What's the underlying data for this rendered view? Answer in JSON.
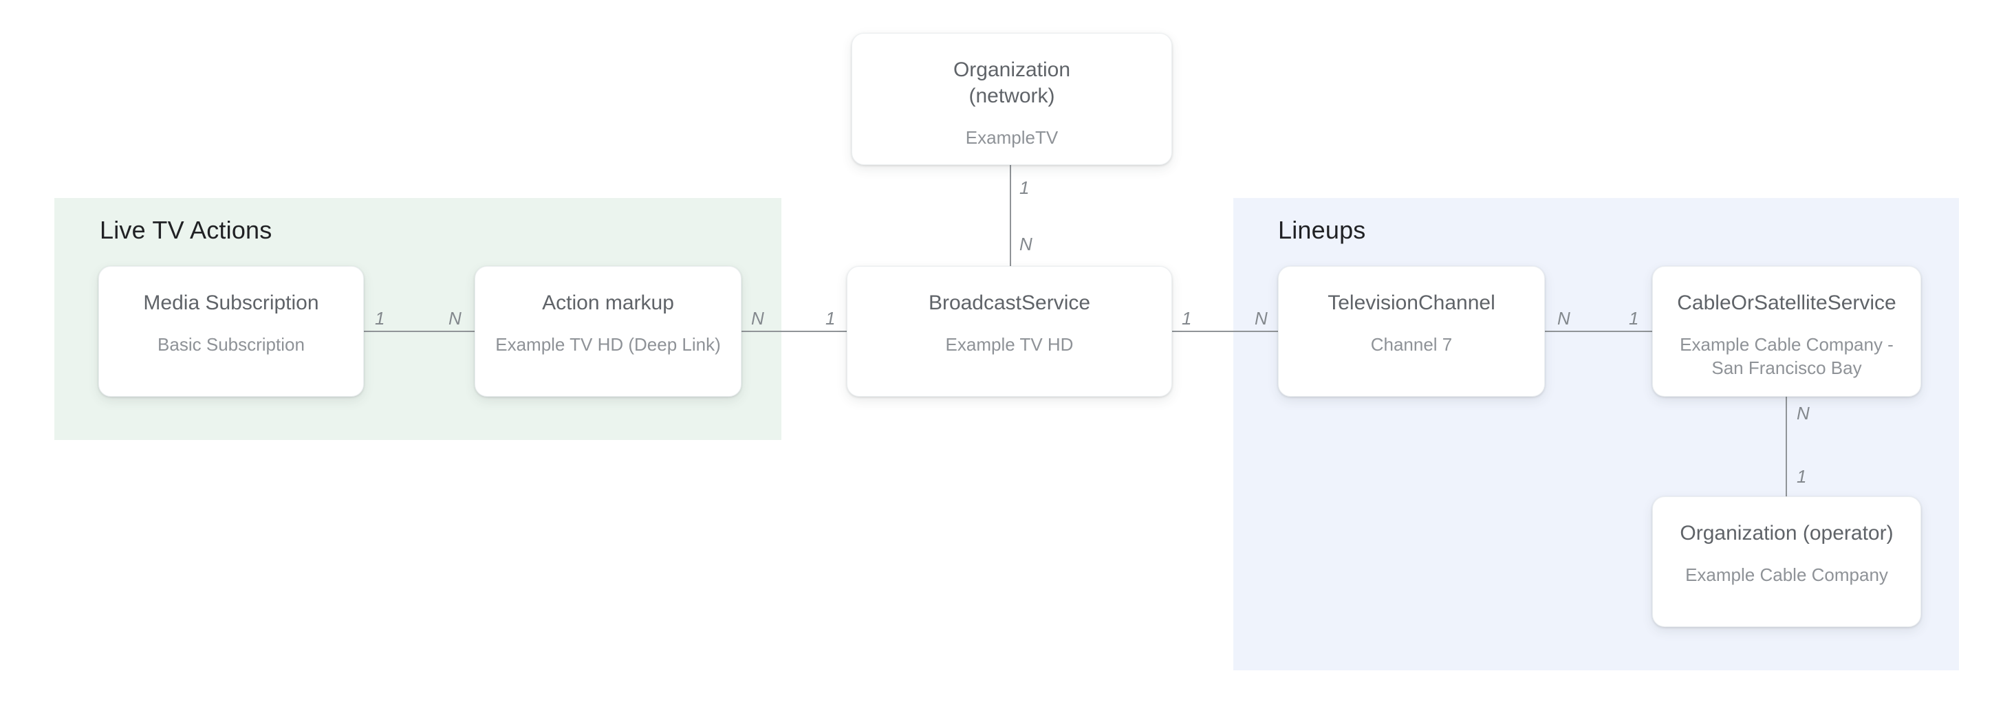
{
  "sections": {
    "live_tv_actions": {
      "title": "Live TV Actions"
    },
    "lineups": {
      "title": "Lineups"
    }
  },
  "nodes": {
    "org_network": {
      "title_line1": "Organization",
      "title_line2": "(network)",
      "subtitle_line1": "ExampleTV"
    },
    "media_subscription": {
      "title_line1": "Media Subscription",
      "subtitle_line1": "Basic Subscription"
    },
    "action_markup": {
      "title_line1": "Action markup",
      "subtitle_line1": "Example TV HD (Deep Link)"
    },
    "broadcast_service": {
      "title_line1": "BroadcastService",
      "subtitle_line1": "Example TV HD"
    },
    "television_channel": {
      "title_line1": "TelevisionChannel",
      "subtitle_line1": "Channel 7"
    },
    "cable_or_satellite_service": {
      "title_line1": "CableOrSatelliteService",
      "subtitle_line1": "Example Cable Company -",
      "subtitle_line2": "San Francisco Bay"
    },
    "org_operator": {
      "title_line1": "Organization (operator)",
      "subtitle_line1": "Example Cable Company"
    }
  },
  "cardinality": {
    "org_to_broadcast_top": "1",
    "org_to_broadcast_bottom": "N",
    "media_to_action_left": "1",
    "media_to_action_right": "N",
    "action_to_broadcast_left": "N",
    "action_to_broadcast_right": "1",
    "broadcast_to_tv_left": "1",
    "broadcast_to_tv_right": "N",
    "tv_to_cable_left": "N",
    "tv_to_cable_right": "1",
    "cable_to_operator_top": "N",
    "cable_to_operator_bottom": "1"
  },
  "colors": {
    "live_tv_actions_bg": "#ebf4ee",
    "lineups_bg": "#eff3fc",
    "connector_line": "#909498",
    "node_title": "#5f6368",
    "node_subtitle": "#8e9297",
    "section_title": "#202124",
    "cardinality_label": "#83888d"
  }
}
